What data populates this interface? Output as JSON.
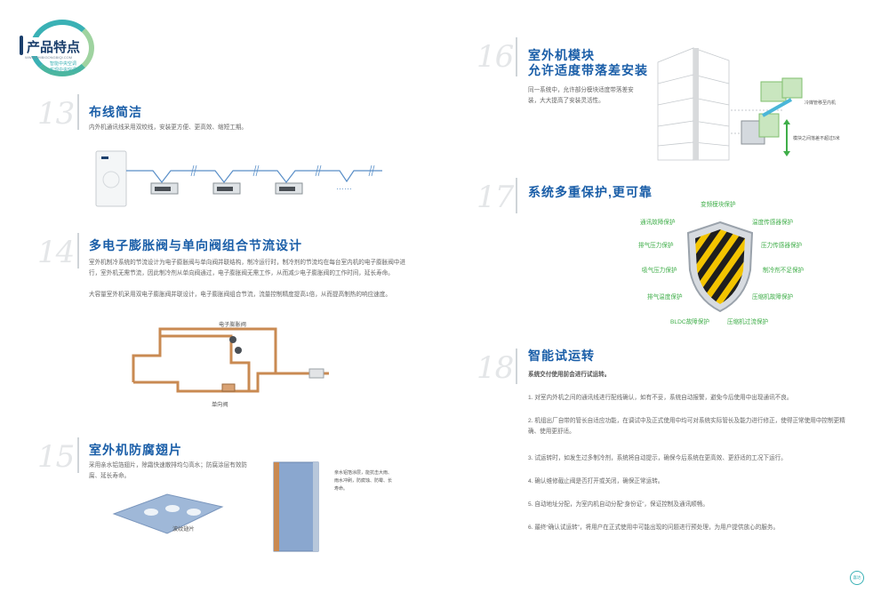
{
  "logo": {
    "title": "产品特点",
    "url": "WWW.ZHIBIGONGBIQI.COM",
    "sub": "智能中央空调",
    "sub2": "实现中央空调大"
  },
  "sections": {
    "s13": {
      "num": "13",
      "title": "布线简洁",
      "text": "内外机通讯线采用双绞线，安装更方便、更高效、缩短工期。",
      "dots": "……"
    },
    "s14": {
      "num": "14",
      "title": "多电子膨胀阀与单向阀组合节流设计",
      "p1": "室外机制冷系统的节流设计为电子膨胀阀与单向阀并联结构，制冷运行时，制冷剂的节流均在每台室内机的电子膨胀阀中进行，室外机无需节流，因此制冷剂从单向阀通过，电子膨胀阀无需工作，从而减少电子膨胀阀的工作时间，延长寿命。",
      "p2": "大容量室外机采用双电子膨胀阀并联设计，电子膨胀阀组合节流，流量控制精度提高1倍，从而提高制热的响应速度。",
      "label_valve": "电子膨胀阀",
      "label_check": "单向阀"
    },
    "s15": {
      "num": "15",
      "title": "室外机防腐翅片",
      "text": "采用亲水铝箔翅片，除霜快速散排均匀高水；防腐涂层有效防腐、延长寿命。",
      "fin_label": "波纹翅片",
      "coil_note": "亲水铝箔涂层，能抗击大雨、雨水冲刷，防腐蚀、防霉、长寿命。"
    },
    "s16": {
      "num": "16",
      "title1": "室外机模块",
      "title2": "允许适度带落差安装",
      "text": "同一系统中，允许部分模块适度带落差安装，大大提高了安装灵活性。",
      "label_pipe": "冷媒管移至内机",
      "label_gap": "模块之间落差不超过5米"
    },
    "s17": {
      "num": "17",
      "title": "系统多重保护,更可靠",
      "items": [
        "变频模块保护",
        "通讯故障保护",
        "温度传感器保护",
        "排气压力保护",
        "压力传感器保护",
        "吸气压力保护",
        "制冷剂不足保护",
        "排气温度保护",
        "压缩机故障保护",
        "BLDC故障保护",
        "压缩机过流保护"
      ]
    },
    "s18": {
      "num": "18",
      "title": "智能试运转",
      "lead": "系统交付使用前会进行试运转。",
      "items": [
        "1. 对室内外机之间的通讯线进行配线确认，如有不妥，系统自动报警，避免今后使用中出现通讯不良。",
        "2. 机组出厂自带的管长自适应功能，在调试中及正式使用中均可对系统实际管长及能力进行修正，使得正常使用中控制更精确、使用更舒适。",
        "3. 试运转时，如发生过多制冷剂，系统将自动提示，确保今后系统在更高效、更舒适的工况下运行。",
        "4. 确认维修截止阀是否打开或关闭，确保正常运转。",
        "5. 自动地址分配，为室内机自动分配“身份证”，保证控制及通讯顺畅。",
        "6. 最终“确认试运转”，将用户在正式使用中可能出现的问题进行预处理，为用户提供放心的服务。"
      ]
    }
  },
  "page": {
    "badge": "喜达"
  },
  "colors": {
    "title_blue": "#1a5ea8",
    "green": "#3fae49",
    "copper": "#c98a52",
    "teal": "#3ab1b5"
  }
}
